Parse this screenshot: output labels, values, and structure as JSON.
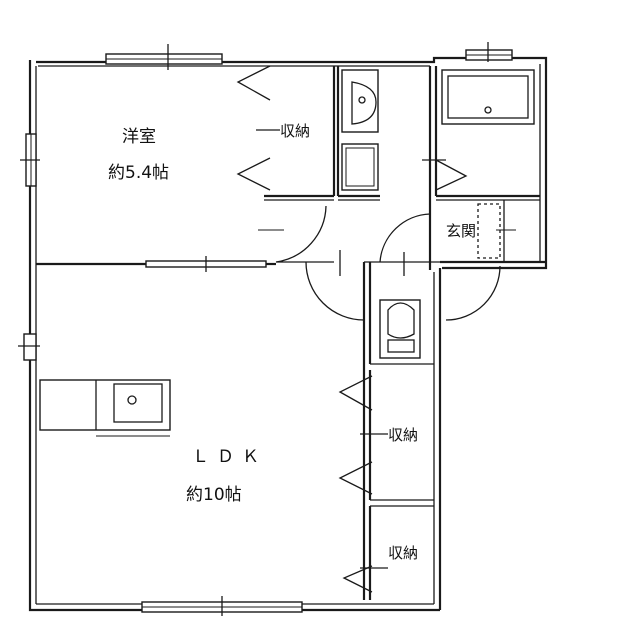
{
  "rooms": {
    "western": {
      "name": "洋室",
      "size": "約5.4帖"
    },
    "ldk": {
      "name": "ＬＤＫ",
      "size": "約10帖"
    },
    "entrance": {
      "name": "玄関"
    }
  },
  "storage": {
    "western_closet": "収納",
    "ldk_closet_upper": "収納",
    "ldk_closet_lower": "収納"
  },
  "colors": {
    "line": "#1a1a1a",
    "background": "#ffffff"
  }
}
